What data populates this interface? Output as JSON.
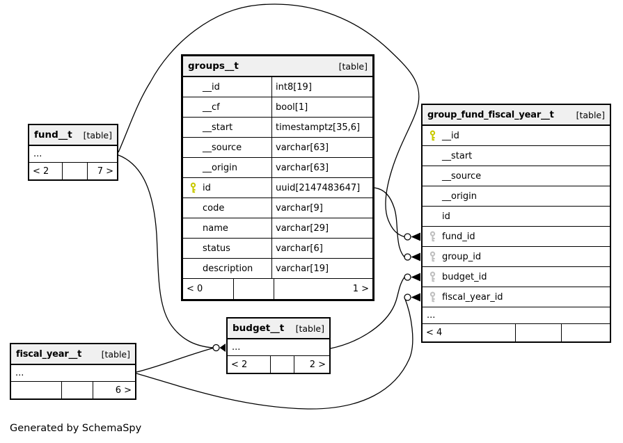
{
  "note": "Generated by SchemaSpy",
  "colors": {
    "pk_key": "#c9c900",
    "fk_key": "#c0c0c0",
    "header_bg": "#f0f0f0",
    "border": "#000000",
    "edge": "#000000"
  },
  "tables": {
    "groups": {
      "name": "groups__t",
      "tag": "[table]",
      "columns": [
        {
          "name": "__id",
          "type": "int8[19]",
          "key": "none"
        },
        {
          "name": "__cf",
          "type": "bool[1]",
          "key": "none"
        },
        {
          "name": "__start",
          "type": "timestamptz[35,6]",
          "key": "none"
        },
        {
          "name": "__source",
          "type": "varchar[63]",
          "key": "none"
        },
        {
          "name": "__origin",
          "type": "varchar[63]",
          "key": "none"
        },
        {
          "name": "id",
          "type": "uuid[2147483647]",
          "key": "pk"
        },
        {
          "name": "code",
          "type": "varchar[9]",
          "key": "none"
        },
        {
          "name": "name",
          "type": "varchar[29]",
          "key": "none"
        },
        {
          "name": "status",
          "type": "varchar[6]",
          "key": "none"
        },
        {
          "name": "description",
          "type": "varchar[19]",
          "key": "none"
        }
      ],
      "footer": {
        "left": "< 0",
        "mid": "",
        "right": "1 >"
      }
    },
    "gffy": {
      "name": "group_fund_fiscal_year__t",
      "tag": "[table]",
      "columns": [
        {
          "name": "__id",
          "key": "pk"
        },
        {
          "name": "__start",
          "key": "none"
        },
        {
          "name": "__source",
          "key": "none"
        },
        {
          "name": "__origin",
          "key": "none"
        },
        {
          "name": "id",
          "key": "none"
        },
        {
          "name": "fund_id",
          "key": "fk"
        },
        {
          "name": "group_id",
          "key": "fk"
        },
        {
          "name": "budget_id",
          "key": "fk"
        },
        {
          "name": "fiscal_year_id",
          "key": "fk"
        }
      ],
      "ellipsis": "...",
      "footer": {
        "left": "< 4",
        "mid": "",
        "right": ""
      }
    },
    "fund": {
      "name": "fund__t",
      "tag": "[table]",
      "ellipsis": "...",
      "footer": {
        "left": "< 2",
        "mid": "",
        "right": "7 >"
      }
    },
    "budget": {
      "name": "budget__t",
      "tag": "[table]",
      "ellipsis": "...",
      "footer": {
        "left": "< 2",
        "mid": "",
        "right": "2 >"
      }
    },
    "fiscal_year": {
      "name": "fiscal_year__t",
      "tag": "[table]",
      "ellipsis": "...",
      "footer": {
        "left": "",
        "mid": "",
        "right": "6 >"
      }
    }
  },
  "relationships": [
    {
      "from": "fund__t",
      "to": "group_fund_fiscal_year__t.fund_id"
    },
    {
      "from": "groups__t.id",
      "to": "group_fund_fiscal_year__t.group_id"
    },
    {
      "from": "budget__t",
      "to": "group_fund_fiscal_year__t.budget_id"
    },
    {
      "from": "fiscal_year__t",
      "to": "group_fund_fiscal_year__t.fiscal_year_id"
    },
    {
      "from": "fund__t",
      "to": "budget__t"
    },
    {
      "from": "fiscal_year__t",
      "to": "budget__t"
    }
  ]
}
